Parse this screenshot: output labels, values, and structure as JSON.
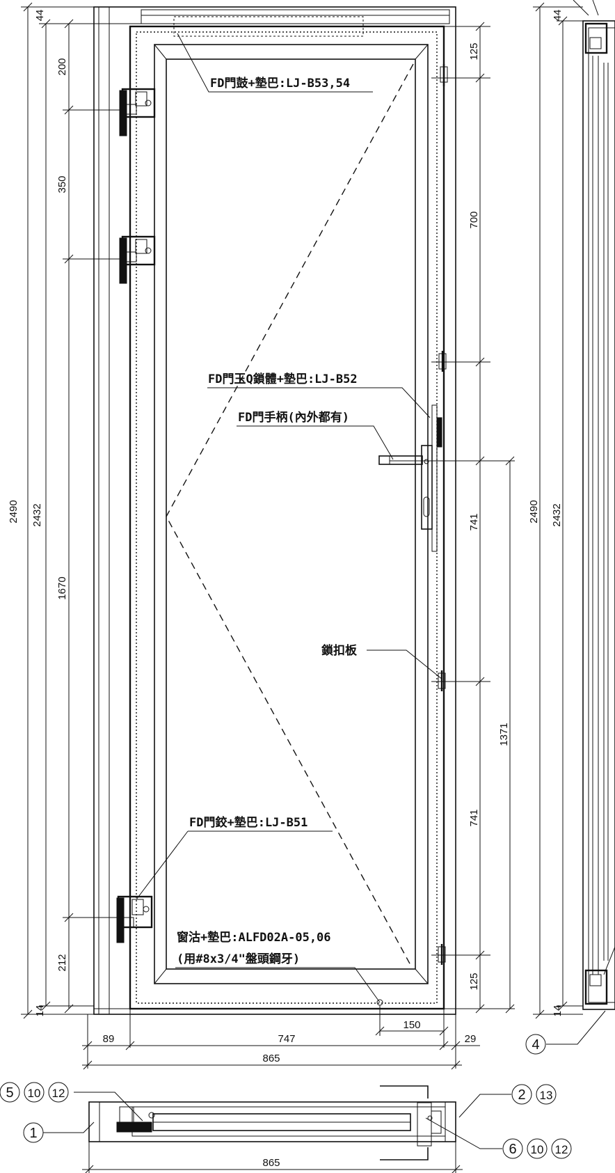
{
  "dimensions": {
    "top_gap": "44",
    "hinge_top": "200",
    "hinge_spacing": "350",
    "hinge_lower": "1670",
    "hinge_bottom": "212",
    "bottom_gap": "14",
    "overall_height": "2490",
    "leaf_height": "2432",
    "top_lock": "125",
    "mid_upper": "700",
    "handle_upper": "741",
    "handle_lower": "741",
    "handle_to_bottom": "1371",
    "bottom_lock": "125",
    "left_offset": "89",
    "leaf_width": "747",
    "right_offset": "29",
    "overall_width": "865",
    "vent_width": "150",
    "side_overall_height": "2490",
    "side_leaf_height": "2432",
    "side_top_gap": "44",
    "side_bottom_gap": "14",
    "section_width": "865"
  },
  "labels": {
    "top_hardware": "FD門鼓+墊巴:LJ-B53,54",
    "lock_body": "FD門玉Q鎖體+墊巴:LJ-B52",
    "handle": "FD門手柄(內外都有)",
    "strike_plate": "鎖扣板",
    "hinge": "FD門鉸+墊巴:LJ-B51",
    "vent_line1": "窗沽+墊巴:ALFD02A-05,06",
    "vent_line2": "(用#8x3/4\"盤頭鋼牙)"
  },
  "callouts": {
    "c4": "4",
    "c5": "5",
    "c10a": "10",
    "c12a": "12",
    "c1": "1",
    "c2": "2",
    "c13": "13",
    "c6": "6",
    "c10b": "10",
    "c12b": "12"
  }
}
